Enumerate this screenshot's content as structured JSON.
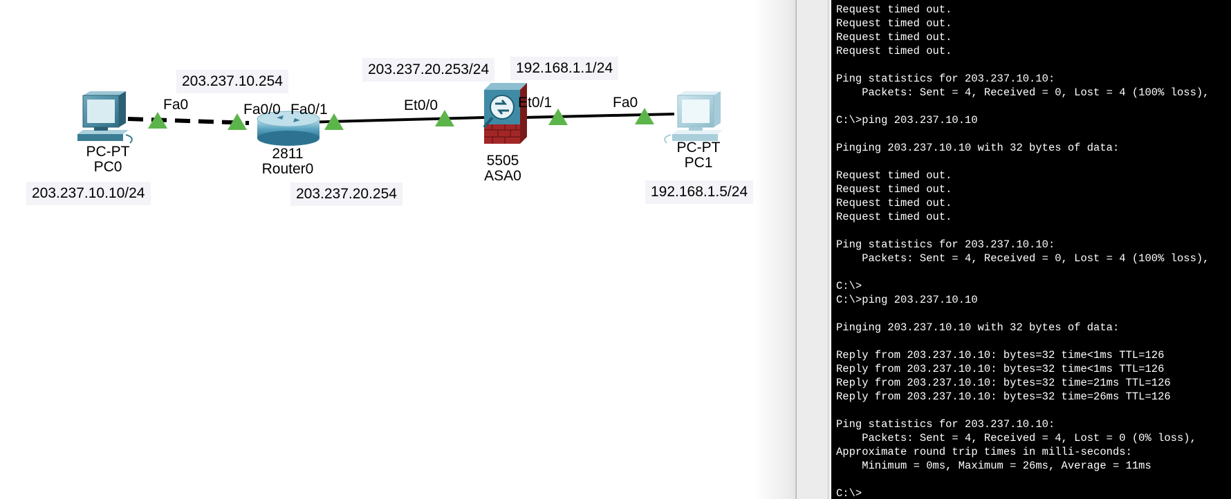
{
  "topology": {
    "devices": {
      "pc0": {
        "type": "PC-PT",
        "name": "PC0",
        "ip": "203.237.10.10/24"
      },
      "router0": {
        "type": "2811",
        "name": "Router0",
        "ip_fa00": "203.237.10.254",
        "ip_fa01": "203.237.20.254"
      },
      "asa0": {
        "type": "5505",
        "name": "ASA0",
        "ip_et00": "203.237.20.253/24",
        "ip_et01": "192.168.1.1/24"
      },
      "pc1": {
        "type": "PC-PT",
        "name": "PC1",
        "ip": "192.168.1.5/24"
      }
    },
    "ports": {
      "pc0_fa0": "Fa0",
      "router_fa00": "Fa0/0",
      "router_fa01": "Fa0/1",
      "asa_et00": "Et0/0",
      "asa_et01": "Et0/1",
      "pc1_fa0": "Fa0"
    },
    "link_status_color": "#5cb54a"
  },
  "terminal": {
    "lines": [
      "Request timed out.",
      "Request timed out.",
      "Request timed out.",
      "Request timed out.",
      "",
      "Ping statistics for 203.237.10.10:",
      "    Packets: Sent = 4, Received = 0, Lost = 4 (100% loss),",
      "",
      "C:\\>ping 203.237.10.10",
      "",
      "Pinging 203.237.10.10 with 32 bytes of data:",
      "",
      "Request timed out.",
      "Request timed out.",
      "Request timed out.",
      "Request timed out.",
      "",
      "Ping statistics for 203.237.10.10:",
      "    Packets: Sent = 4, Received = 0, Lost = 4 (100% loss),",
      "",
      "C:\\>",
      "C:\\>ping 203.237.10.10",
      "",
      "Pinging 203.237.10.10 with 32 bytes of data:",
      "",
      "Reply from 203.237.10.10: bytes=32 time<1ms TTL=126",
      "Reply from 203.237.10.10: bytes=32 time<1ms TTL=126",
      "Reply from 203.237.10.10: bytes=32 time=21ms TTL=126",
      "Reply from 203.237.10.10: bytes=32 time=26ms TTL=126",
      "",
      "Ping statistics for 203.237.10.10:",
      "    Packets: Sent = 4, Received = 4, Lost = 0 (0% loss),",
      "Approximate round trip times in milli-seconds:",
      "    Minimum = 0ms, Maximum = 26ms, Average = 11ms",
      "",
      "C:\\>"
    ]
  }
}
